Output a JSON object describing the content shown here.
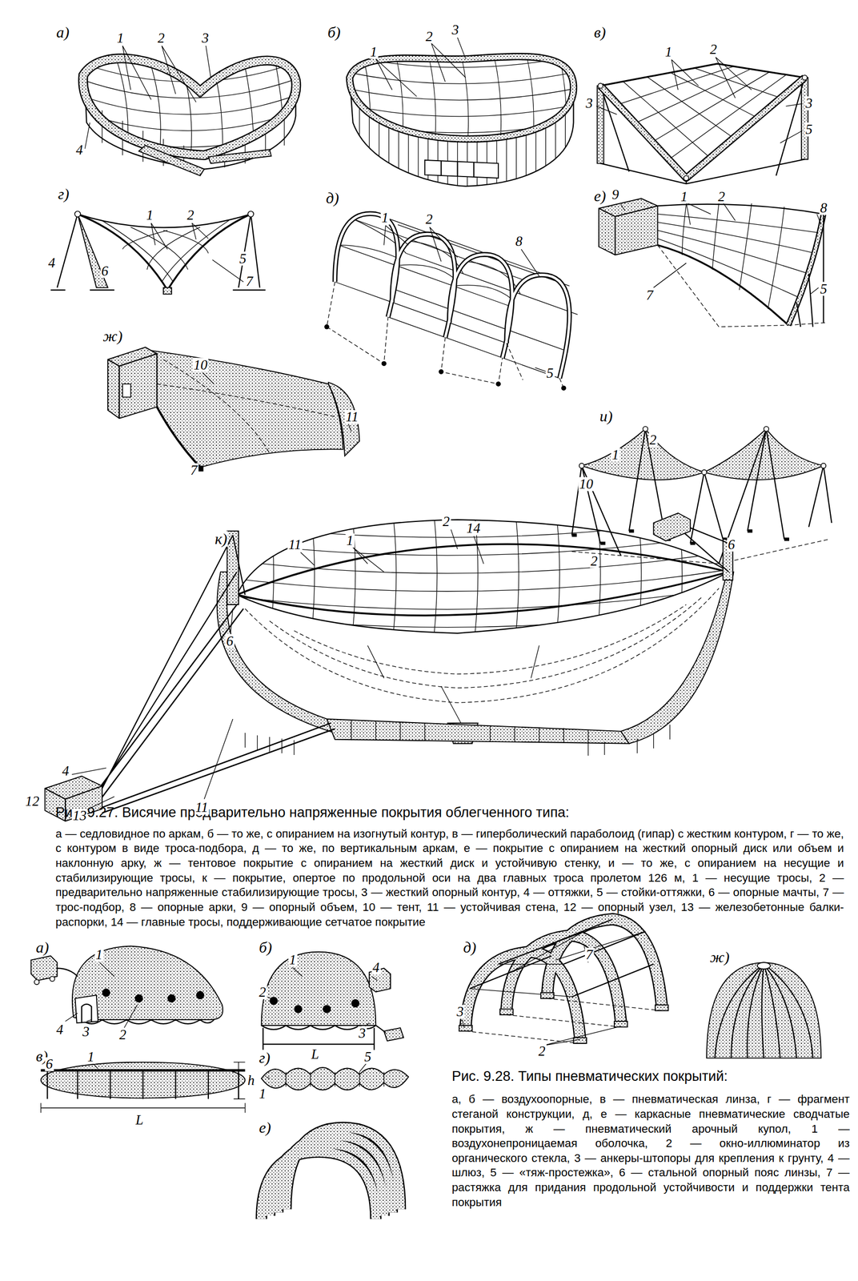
{
  "diagram": {
    "caption": "Рис. 9.27. Висячие предварительно напряженные покрытия облегченного типа:",
    "labels": [
      "а)",
      "1",
      "2",
      "3",
      "4",
      "б)",
      "1",
      "2",
      "3",
      "в)",
      "1",
      "2",
      "3",
      "3",
      "5",
      "г)",
      "1",
      "2",
      "4",
      "6",
      "7",
      "5",
      "д)",
      "1",
      "2",
      "8",
      "5",
      "е)",
      "9",
      "1",
      "2",
      "8",
      "7",
      "5",
      "ж)",
      "10",
      "11",
      "7",
      "и)",
      "10",
      "1",
      "2",
      "6",
      "2",
      "к)",
      "2",
      "14",
      "11",
      "1",
      "6",
      "4",
      "13",
      "11",
      "12",
      "а — седловидное по аркам, б — то же, с опиранием на изогнутый контур, в — гиперболический параболоид (гипар) с жестким контуром, г — то же, с контуром в виде троса-подбора, д — то же, по вертикальным аркам, е — покрытие с опиранием на жесткий опорный диск или объем и наклонную арку, ж — тентовое покрытие с опиранием на жесткий диск и устойчивую стенку, и — то же, с опиранием на несущие и стабилизирующие тросы, к — покрытие, опертое по продольной оси на два главных троса пролетом 126 м, 1 — несущие тросы, 2 — предварительно напряженные стабилизирующие тросы, 3 — жесткий опорный контур, 4 — оттяжки, 5 — стойки-оттяжки, 6 — опорные мачты, 7 — трос-подбор, 8 — опорные арки, 9 — опорный объем, 10 — тент, 11 — устойчивая стена, 12 — опорный узел, 13 — железобетонные балки-распорки, 14 — главные тросы, поддерживающие сетчатое покрытие",
      "а)",
      "1",
      "4",
      "3",
      "2",
      "в)",
      "1",
      "6",
      "h",
      "L",
      "б)",
      "1",
      "4",
      "2",
      "3",
      "L",
      "г)",
      "5",
      "1",
      "е)",
      "д)",
      "7",
      "3",
      "2",
      "ж)",
      "Рис. 9.28. Типы пневматических покрытий:",
      "а, б — воздухоопорные, в — пневматическая линза, г — фрагмент стеганой конструкции, д, е — каркасные пневматические сводчатые покрытия, ж — пневматический арочный купол, 1 — воздухонепроницаемая оболочка, 2 — окно-иллюминатор из органического стекла, 3 — анкеры-штопоры для крепления к грунту, 4 — шлюз, 5 — «тяж-простежка», 6 — стальной опорный пояс линзы, 7 — растяжка для придания продольной устойчивости и поддержки тента покрытия"
    ]
  }
}
